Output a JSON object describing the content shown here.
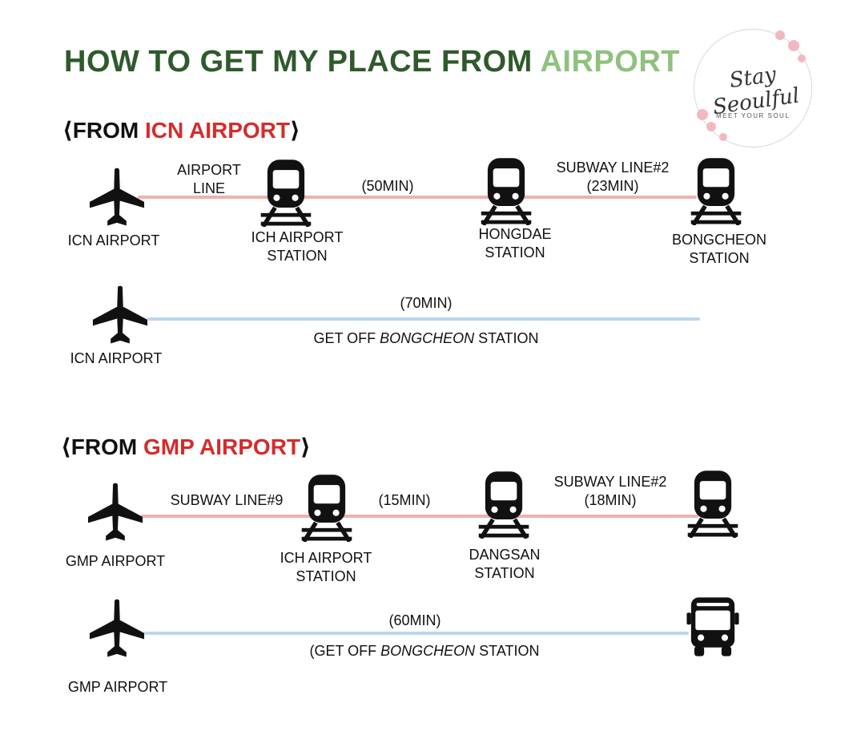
{
  "title": {
    "part1": "HOW TO GET MY PLACE FROM ",
    "part2": "AIRPORT"
  },
  "logo": {
    "script": "Stay Seoulful",
    "tagline": "MEET YOUR SOUL"
  },
  "colors": {
    "title_dark": "#2f5a2c",
    "title_light": "#8fc17f",
    "accent_red": "#d62b2b",
    "rail_line": "#efb1ad",
    "bus_line": "#bcd7ee"
  },
  "icn": {
    "heading": {
      "open": "⟨FROM ",
      "name": "ICN AIRPORT",
      "close": "⟩"
    },
    "route1": {
      "airport": "ICN AIRPORT",
      "seg1_line1": "AIRPORT",
      "seg1_line2": "LINE",
      "stop1_line1": "ICH AIRPORT",
      "stop1_line2": "STATION",
      "seg2": "(50MIN)",
      "stop2_line1": "HONGDAE",
      "stop2_line2": "STATION",
      "seg3_line1": "SUBWAY LINE#2",
      "seg3_line2": "(23MIN)",
      "stop3_line1": "BONGCHEON",
      "stop3_line2": "STATION"
    },
    "route2": {
      "airport": "ICN AIRPORT",
      "time": "(70MIN)",
      "note_pre": "GET OFF ",
      "note_station": "BONGCHEON",
      "note_post": " STATION"
    }
  },
  "gmp": {
    "heading": {
      "open": "⟨FROM ",
      "name": "GMP AIRPORT",
      "close": "⟩"
    },
    "route1": {
      "airport": "GMP AIRPORT",
      "seg1": "SUBWAY LINE#9",
      "stop1_line1": "ICH AIRPORT",
      "stop1_line2": "STATION",
      "seg2": "(15MIN)",
      "stop2_line1": "DANGSAN",
      "stop2_line2": "STATION",
      "seg3_line1": "SUBWAY LINE#2",
      "seg3_line2": "(18MIN)"
    },
    "route2": {
      "airport": "GMP AIRPORT",
      "time": "(60MIN)",
      "note_pre": "(GET OFF ",
      "note_station": "BONGCHEON",
      "note_post": " STATION"
    }
  }
}
